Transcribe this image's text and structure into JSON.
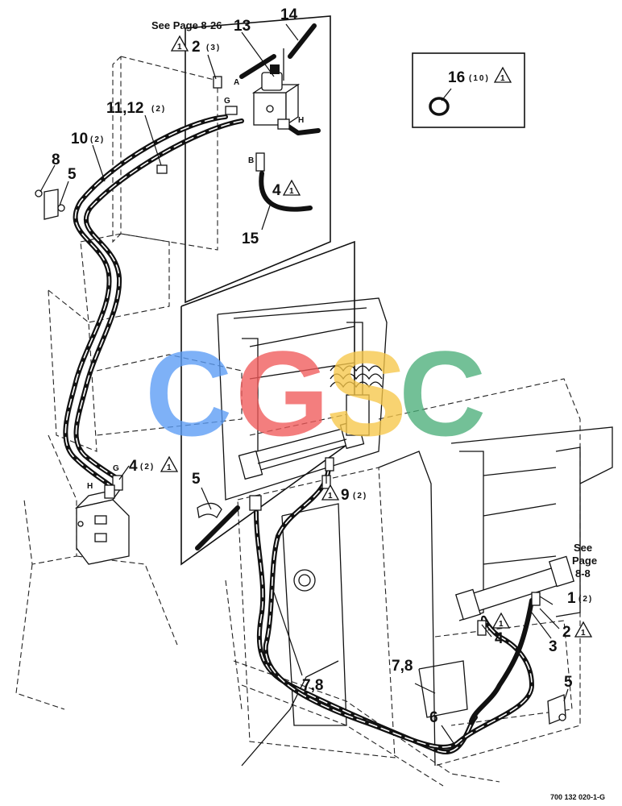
{
  "callouts": {
    "see_page_8_26": "See Page 8-26",
    "c13": "13",
    "c14": "14",
    "c2_top": "2",
    "c2_top_qty": "(3)",
    "c11_12": "11,12",
    "c11_12_qty": "(2)",
    "c10": "10",
    "c10_qty": "(2)",
    "c8": "8",
    "c5_top": "5",
    "c4_top": "4",
    "c15": "15",
    "c16": "16",
    "c16_qty": "(10)",
    "c4_left": "4",
    "c4_left_qty": "(2)",
    "c5_mid": "5",
    "c9": "9",
    "c9_qty": "(2)",
    "c7_8_a": "7,8",
    "c7_8_b": "7,8",
    "c6": "6",
    "see_page": "See",
    "see_page_word": "Page",
    "see_page_num": "8-8",
    "c1": "1",
    "c1_qty": "(2)",
    "c2_right": "2",
    "c3": "3",
    "c4_right": "4",
    "c5_right": "5"
  },
  "port_labels": {
    "a": "A",
    "g_top": "G",
    "h_top": "H",
    "b": "B",
    "g_bottom": "G",
    "h_bottom": "H"
  },
  "note_triangle": "1",
  "watermark": {
    "c1": "C",
    "g": "G",
    "s": "S",
    "c2": "C"
  },
  "colors": {
    "blue": "#5b9cf5",
    "red": "#f05a5a",
    "yellow": "#f7c74a",
    "green": "#4caf7a"
  },
  "figure_code": "700 132 020-1-G"
}
